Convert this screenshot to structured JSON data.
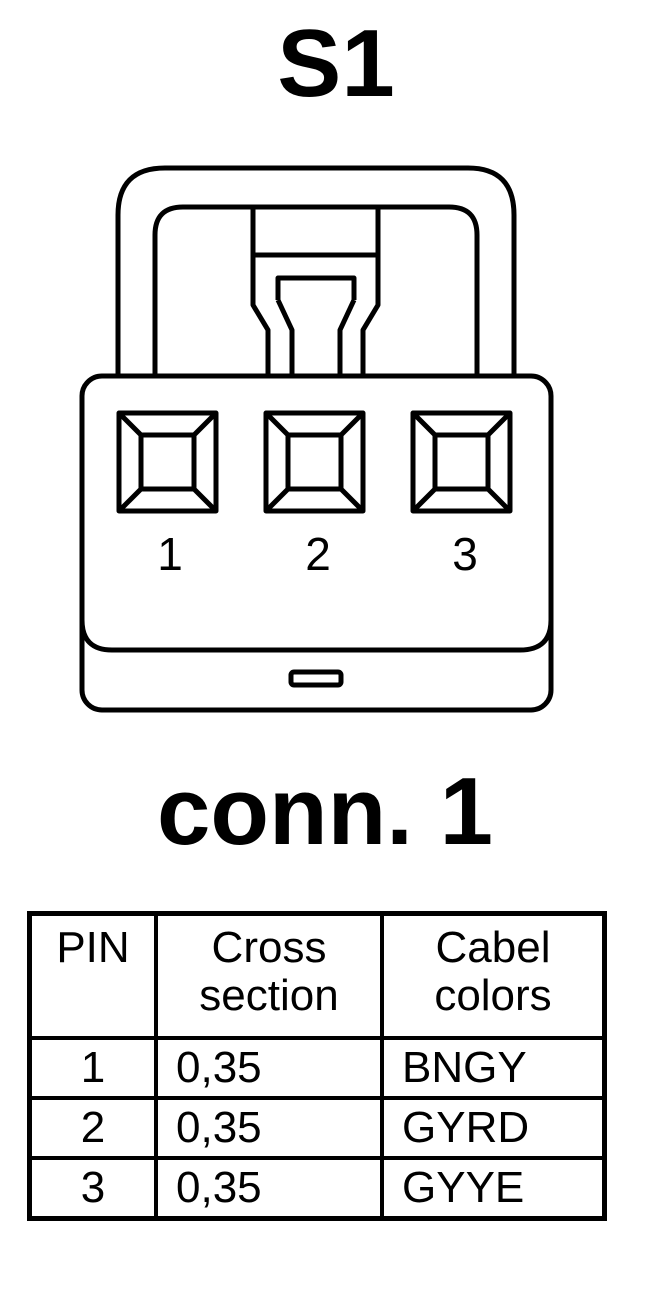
{
  "title": "S1",
  "connector": {
    "pins": [
      "1",
      "2",
      "3"
    ]
  },
  "subtitle": "conn. 1",
  "table": {
    "headers": [
      "PIN",
      "Cross\nsection",
      "Cabel\ncolors"
    ],
    "rows": [
      {
        "pin": "1",
        "cross_section": "0,35",
        "color": "BNGY"
      },
      {
        "pin": "2",
        "cross_section": "0,35",
        "color": "GYRD"
      },
      {
        "pin": "3",
        "cross_section": "0,35",
        "color": "GYYE"
      }
    ]
  }
}
